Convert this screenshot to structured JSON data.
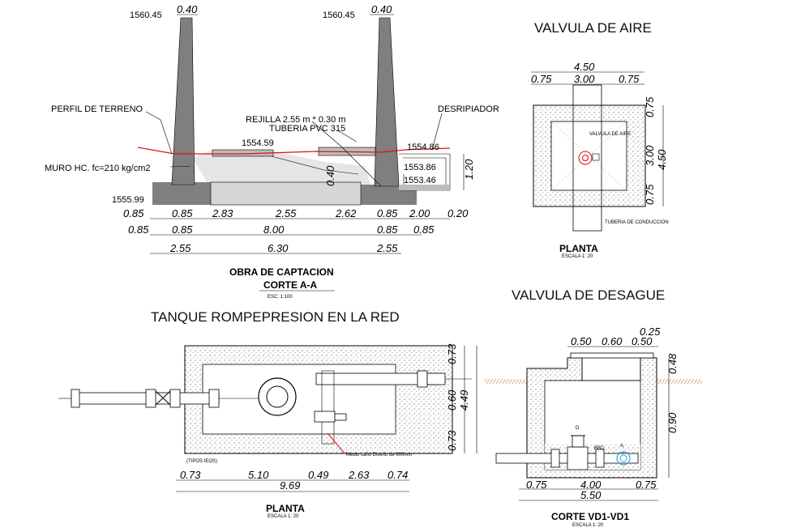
{
  "captacion": {
    "elev_left_top": "1560.45",
    "elev_right_top": "1560.45",
    "wall_top_left": "0.40",
    "wall_top_right": "0.40",
    "perfil_terreno": "PERFIL DE TERRENO",
    "rejilla": "REJILLA 2.55 m * 0.30 m",
    "tuberia_pvc": "TUBERIA PVC  315",
    "desripiador": "DESRIPIADOR",
    "muro": "MURO HC. fc=210 kg/cm2",
    "elev_1554_59": "1554.59",
    "elev_1554_86": "1554.86",
    "elev_1553_86": "1553.86",
    "elev_1553_46": "1553.46",
    "elev_1555_99": "1555.99",
    "dim_040": "0.40",
    "dim_120": "1.20",
    "row1": [
      "0.85",
      "0.85",
      "2.83",
      "2.55",
      "2.62",
      "0.85",
      "2.00",
      "0.20"
    ],
    "row2": [
      "0.85",
      "0.85",
      "8.00",
      "0.85",
      "0.85"
    ],
    "row3": [
      "2.55",
      "6.30",
      "2.55"
    ],
    "title": "OBRA DE CAPTACION",
    "subtitle": "CORTE A-A",
    "scale": "ESC:              1:100"
  },
  "valvula_aire": {
    "title": "VALVULA DE AIRE",
    "dim_total": "4.50",
    "dims_top": [
      "0.75",
      "3.00",
      "0.75"
    ],
    "dims_right": [
      "0.75",
      "3.00",
      "0.75"
    ],
    "dim_right_total": "4.50",
    "label_valve": "VALVULA DE AIRE",
    "label_pipe": "TUBERIA DE CONDUCCION",
    "plan_title": "PLANTA",
    "plan_scale": "ESCALA   1: 20"
  },
  "tanque": {
    "title": "TANQUE ROMPEPRESION EN LA RED",
    "dims_bottom": [
      "0.73",
      "5.10",
      "0.49",
      "2.63",
      "0.74"
    ],
    "dim_total": "9.69",
    "dims_right": [
      "0.73",
      "0.60",
      "0.73"
    ],
    "dim_right_total": "4.49",
    "label_tipos": "(TIPOS IEOS)",
    "label_note": "Medio caño Diseño de 600mm",
    "plan_title": "PLANTA",
    "plan_scale": "ESCALA   1: 20"
  },
  "desague": {
    "title": "VALVULA DE DESAGUE",
    "dims_top": [
      "0.50",
      "0.60",
      "0.50"
    ],
    "dim_025": "0.25",
    "dims_right": [
      "0.48",
      "0.90"
    ],
    "dims_bottom": [
      "0.75",
      "4.00",
      "0.75"
    ],
    "dim_total": "5.50",
    "label_d": "D",
    "label_a": "A",
    "label_bbc": "BBC",
    "section_title": "CORTE VD1-VD1",
    "section_scale": "ESCALA   1: 20"
  },
  "colors": {
    "terrain": "#e01010",
    "wall": "#7f7f7f",
    "hatch": "#bdbdbd",
    "soil": "#c8a060",
    "valve": "#e01010",
    "cyan": "#2aa8d8"
  }
}
